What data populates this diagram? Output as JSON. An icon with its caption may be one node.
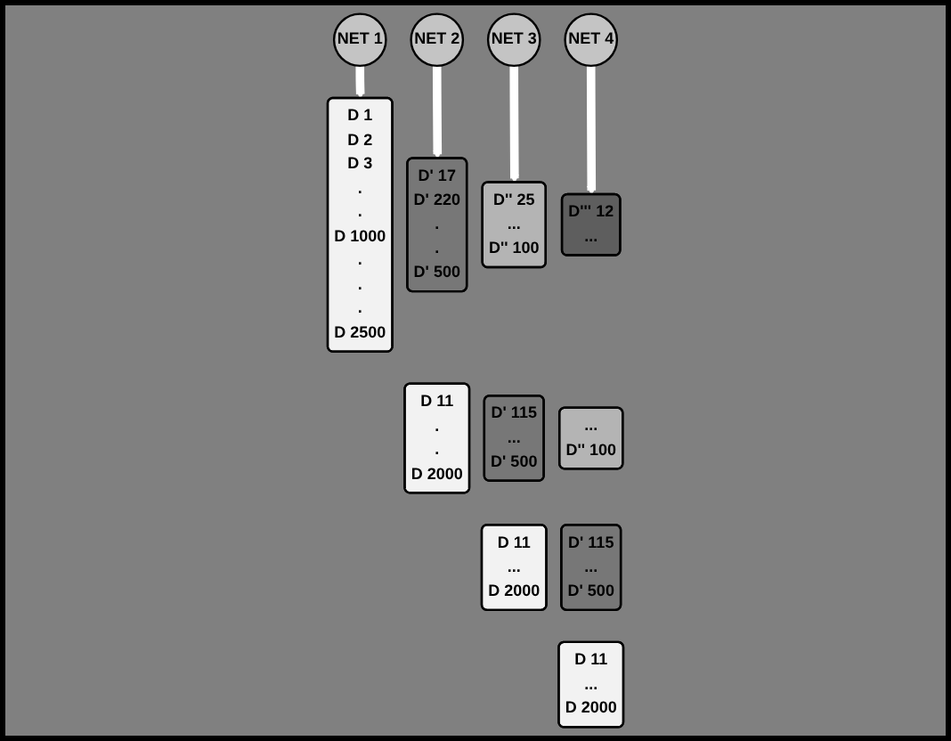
{
  "diagram": {
    "nodes": [
      {
        "text": [
          "NET 1"
        ]
      },
      {
        "text": [
          "NET 2"
        ]
      },
      {
        "text": [
          "NET 3"
        ]
      },
      {
        "text": [
          "NET 4"
        ]
      },
      {
        "text": [
          "D 1",
          "D 2",
          "D 3",
          ".",
          ".",
          "D 1000",
          ".",
          ".",
          ".",
          "D 2500"
        ]
      },
      {
        "text": [
          "D' 17",
          "D' 220",
          ".",
          ".",
          "D' 500"
        ]
      },
      {
        "text": [
          "D 11",
          ".",
          ".",
          "D 2000"
        ]
      },
      {
        "text": [
          "D'' 25",
          "...",
          "D'' 100"
        ]
      },
      {
        "text": [
          "D' 115",
          "...",
          "D' 500"
        ]
      },
      {
        "text": [
          "D 11",
          "...",
          "D 2000"
        ]
      },
      {
        "text": [
          "D''' 12",
          "..."
        ]
      },
      {
        "text": [
          "...",
          "D'' 100"
        ]
      },
      {
        "text": [
          "D' 115",
          "...",
          "D' 500"
        ]
      },
      {
        "text": [
          "D 11",
          "...",
          "D 2000"
        ]
      }
    ],
    "edges": [
      {
        "from": 0,
        "to": 4,
        "arrow": "to"
      },
      {
        "from": 1,
        "to": 5,
        "arrow": "to"
      },
      {
        "from": 2,
        "to": 7,
        "arrow": "to"
      },
      {
        "from": 3,
        "to": 10,
        "arrow": "to"
      }
    ]
  }
}
